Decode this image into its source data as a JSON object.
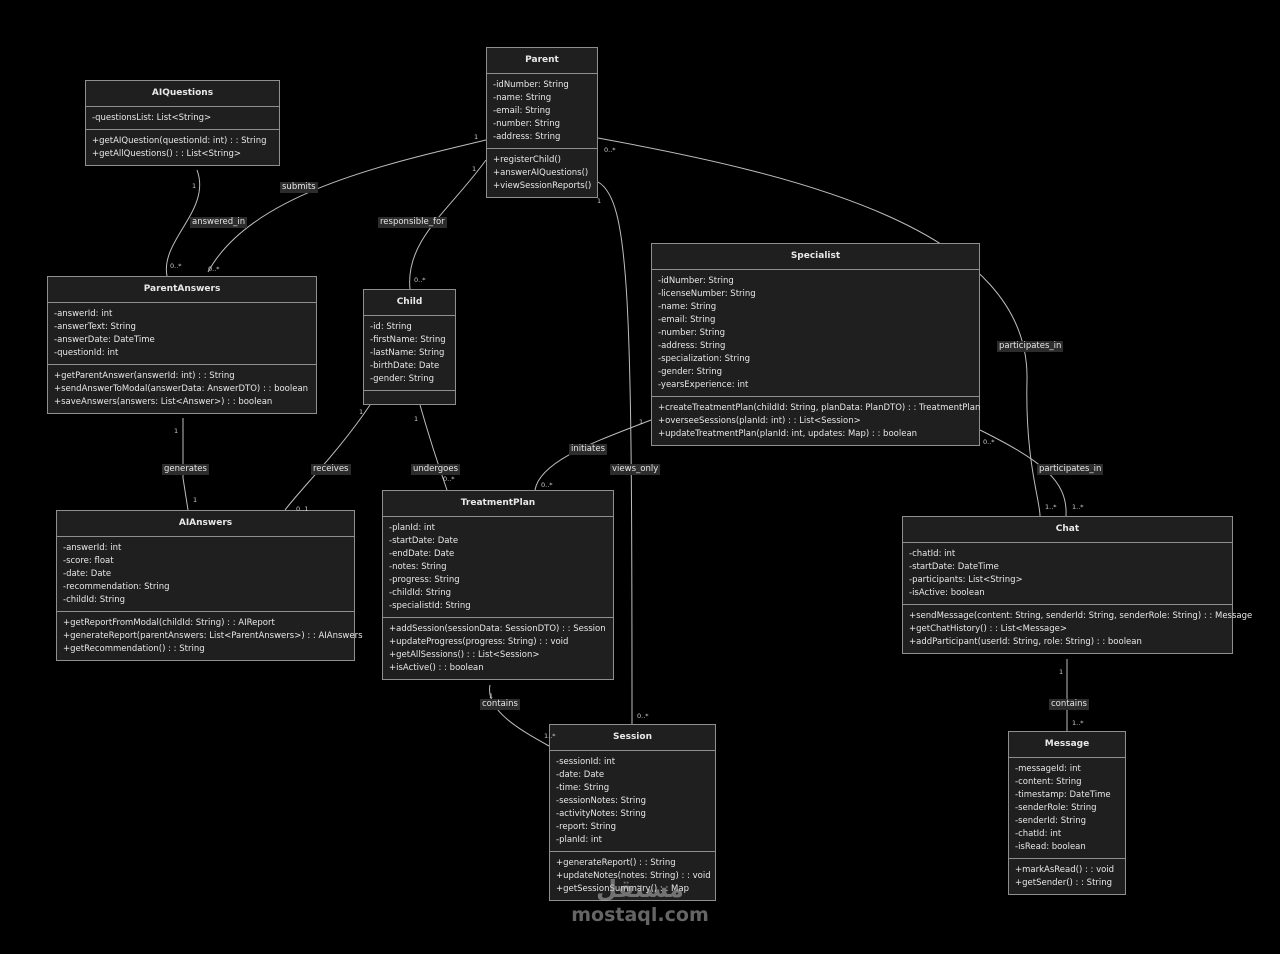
{
  "classes": {
    "aiquestions": {
      "name": "AIQuestions",
      "attributes": [
        "-questionsList: List<String>"
      ],
      "methods": [
        "+getAIQuestion(questionId: int) : : String",
        "+getAllQuestions() : : List<String>"
      ]
    },
    "parent": {
      "name": "Parent",
      "attributes": [
        "-idNumber: String",
        "-name: String",
        "-email: String",
        "-number: String",
        "-address: String"
      ],
      "methods": [
        "+registerChild()",
        "+answerAIQuestions()",
        "+viewSessionReports()"
      ]
    },
    "parentanswers": {
      "name": "ParentAnswers",
      "attributes": [
        "-answerId: int",
        "-answerText: String",
        "-answerDate: DateTime",
        "-questionId: int"
      ],
      "methods": [
        "+getParentAnswer(answerId: int) : : String",
        "+sendAnswerToModal(answerData: AnswerDTO) : : boolean",
        "+saveAnswers(answers: List<Answer>) : : boolean"
      ]
    },
    "child": {
      "name": "Child",
      "attributes": [
        "-id: String",
        "-firstName: String",
        "-lastName: String",
        "-birthDate: Date",
        "-gender: String"
      ],
      "methods": []
    },
    "specialist": {
      "name": "Specialist",
      "attributes": [
        "-idNumber: String",
        "-licenseNumber: String",
        "-name: String",
        "-email: String",
        "-number: String",
        "-address: String",
        "-specialization: String",
        "-gender: String",
        "-yearsExperience: int"
      ],
      "methods": [
        "+createTreatmentPlan(childId: String, planData: PlanDTO) : : TreatmentPlan",
        "+overseeSessions(planId: int) : : List<Session>",
        "+updateTreatmentPlan(planId: int, updates: Map) : : boolean"
      ]
    },
    "aianswers": {
      "name": "AIAnswers",
      "attributes": [
        "-answerId: int",
        "-score: float",
        "-date: Date",
        "-recommendation: String",
        "-childId: String"
      ],
      "methods": [
        "+getReportFromModal(childId: String) : : AIReport",
        "+generateReport(parentAnswers: List<ParentAnswers>) : : AIAnswers",
        "+getRecommendation() : : String"
      ]
    },
    "treatmentplan": {
      "name": "TreatmentPlan",
      "attributes": [
        "-planId: int",
        "-startDate: Date",
        "-endDate: Date",
        "-notes: String",
        "-progress: String",
        "-childId: String",
        "-specialistId: String"
      ],
      "methods": [
        "+addSession(sessionData: SessionDTO) : : Session",
        "+updateProgress(progress: String) : : void",
        "+getAllSessions() : : List<Session>",
        "+isActive() : : boolean"
      ]
    },
    "chat": {
      "name": "Chat",
      "attributes": [
        "-chatId: int",
        "-startDate: DateTime",
        "-participants: List<String>",
        "-isActive: boolean"
      ],
      "methods": [
        "+sendMessage(content: String, senderId: String, senderRole: String) : : Message",
        "+getChatHistory() : : List<Message>",
        "+addParticipant(userId: String, role: String) : : boolean"
      ]
    },
    "session": {
      "name": "Session",
      "attributes": [
        "-sessionId: int",
        "-date: Date",
        "-time: String",
        "-sessionNotes: String",
        "-activityNotes: String",
        "-report: String",
        "-planId: int"
      ],
      "methods": [
        "+generateReport() : : String",
        "+updateNotes(notes: String) : : void",
        "+getSessionSummary() : : Map"
      ]
    },
    "message": {
      "name": "Message",
      "attributes": [
        "-messageId: int",
        "-content: String",
        "-timestamp: DateTime",
        "-senderRole: String",
        "-senderId: String",
        "-chatId: int",
        "-isRead: boolean"
      ],
      "methods": [
        "+markAsRead() : : void",
        "+getSender() : : String"
      ]
    }
  },
  "relations": {
    "submits": {
      "label": "submits",
      "from_mult": "1",
      "to_mult": "0..*"
    },
    "answered_in": {
      "label": "answered_in",
      "from_mult": "1",
      "to_mult": "0..*"
    },
    "responsible_for": {
      "label": "responsible_for",
      "from_mult": "1",
      "to_mult": "0..*"
    },
    "views_only": {
      "label": "views_only",
      "from_mult": "1",
      "to_mult": "0..*"
    },
    "participates_in_parent": {
      "label": "participates_in",
      "from_mult": "0..*",
      "to_mult": "1..*"
    },
    "participates_in_specialist": {
      "label": "participates_in",
      "from_mult": "0..*",
      "to_mult": "1..*"
    },
    "initiates": {
      "label": "initiates",
      "from_mult": "1",
      "to_mult": "0..*"
    },
    "generates": {
      "label": "generates",
      "from_mult": "1",
      "to_mult": "1"
    },
    "receives": {
      "label": "receives",
      "from_mult": "1",
      "to_mult": "0..1"
    },
    "undergoes": {
      "label": "undergoes",
      "from_mult": "1",
      "to_mult": "0..*"
    },
    "contains_plan": {
      "label": "contains",
      "from_mult": "1",
      "to_mult": "1..*"
    },
    "contains_chat": {
      "label": "contains",
      "from_mult": "1",
      "to_mult": "1..*"
    }
  },
  "watermark": {
    "logo": "مستقل",
    "text": "mostaql.com"
  }
}
